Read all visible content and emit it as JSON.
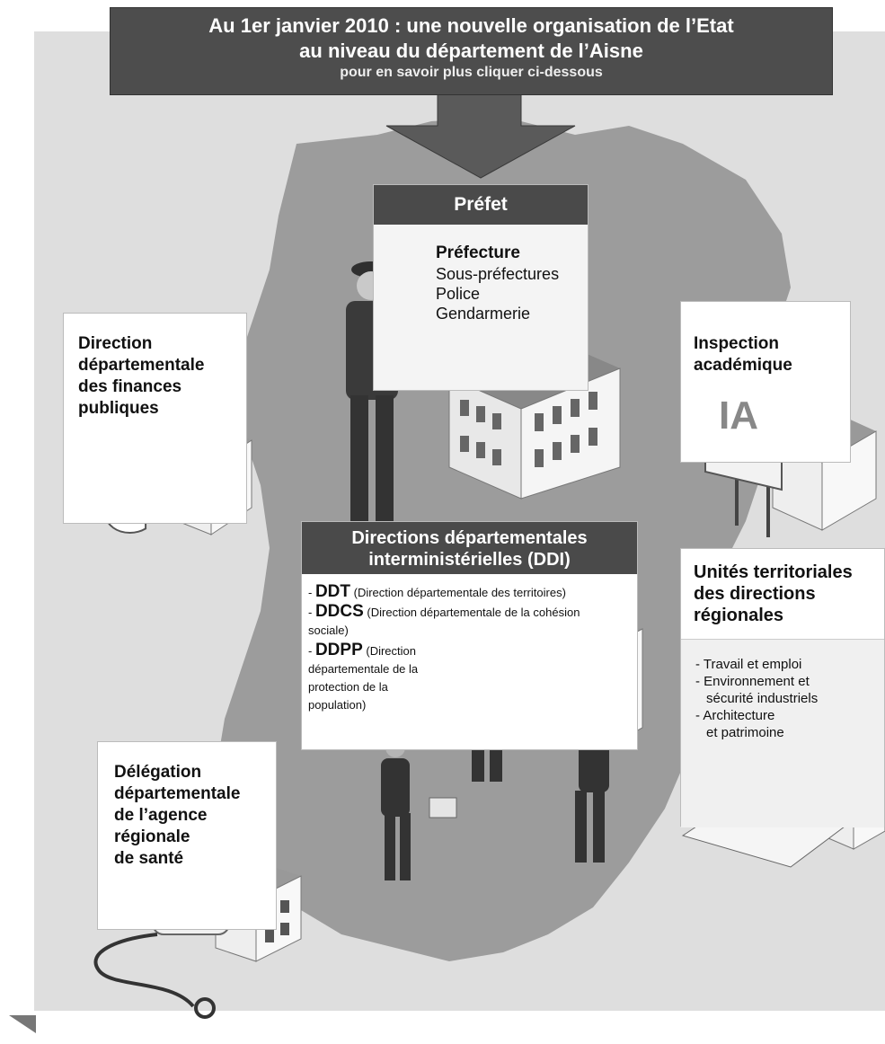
{
  "banner": {
    "title_line1": "Au 1er janvier 2010 : une nouvelle organisation de l’Etat",
    "title_line2": "au niveau du département de l’Aisne",
    "subtitle": "pour en savoir plus cliquer ci-dessous"
  },
  "prefet": {
    "header": "Préfet",
    "items": [
      "Préfecture",
      "Sous-préfectures",
      "Police",
      "Gendarmerie"
    ]
  },
  "finances": {
    "lines": [
      "Direction",
      "départementale",
      "des finances",
      "publiques"
    ]
  },
  "inspection": {
    "lines": [
      "Inspection",
      "académique"
    ],
    "sign_text": "IA"
  },
  "ddi": {
    "header_line1": "Directions départementales",
    "header_line2": "interministérielles (DDI)",
    "items": [
      {
        "prefix": "- ",
        "code": "DDT",
        "desc": " (Direction départementale des territoires)"
      },
      {
        "prefix": "- ",
        "code": "DDCS",
        "desc": " (Direction départementale de la cohésion sociale)"
      },
      {
        "prefix": "- ",
        "code": "DDPP",
        "desc": " (Direction départementale de la protection de la population)"
      }
    ]
  },
  "unites": {
    "lines": [
      "Unités territoriales",
      "des directions",
      "régionales"
    ],
    "items": [
      "- Travail et emploi",
      "- Environnement et",
      "sécurité industriels",
      "- Architecture",
      "et patrimoine"
    ]
  },
  "sante": {
    "lines": [
      "Délégation",
      "départementale",
      "de l’agence",
      "régionale",
      "de santé"
    ]
  },
  "colors": {
    "banner": "#4d4d4d",
    "map": "#9a9a9a",
    "panel": "#dcdcdc"
  },
  "icons": [
    "down-arrow-icon",
    "euro-icon",
    "cross-icon",
    "stethoscope-icon",
    "building-icon"
  ]
}
